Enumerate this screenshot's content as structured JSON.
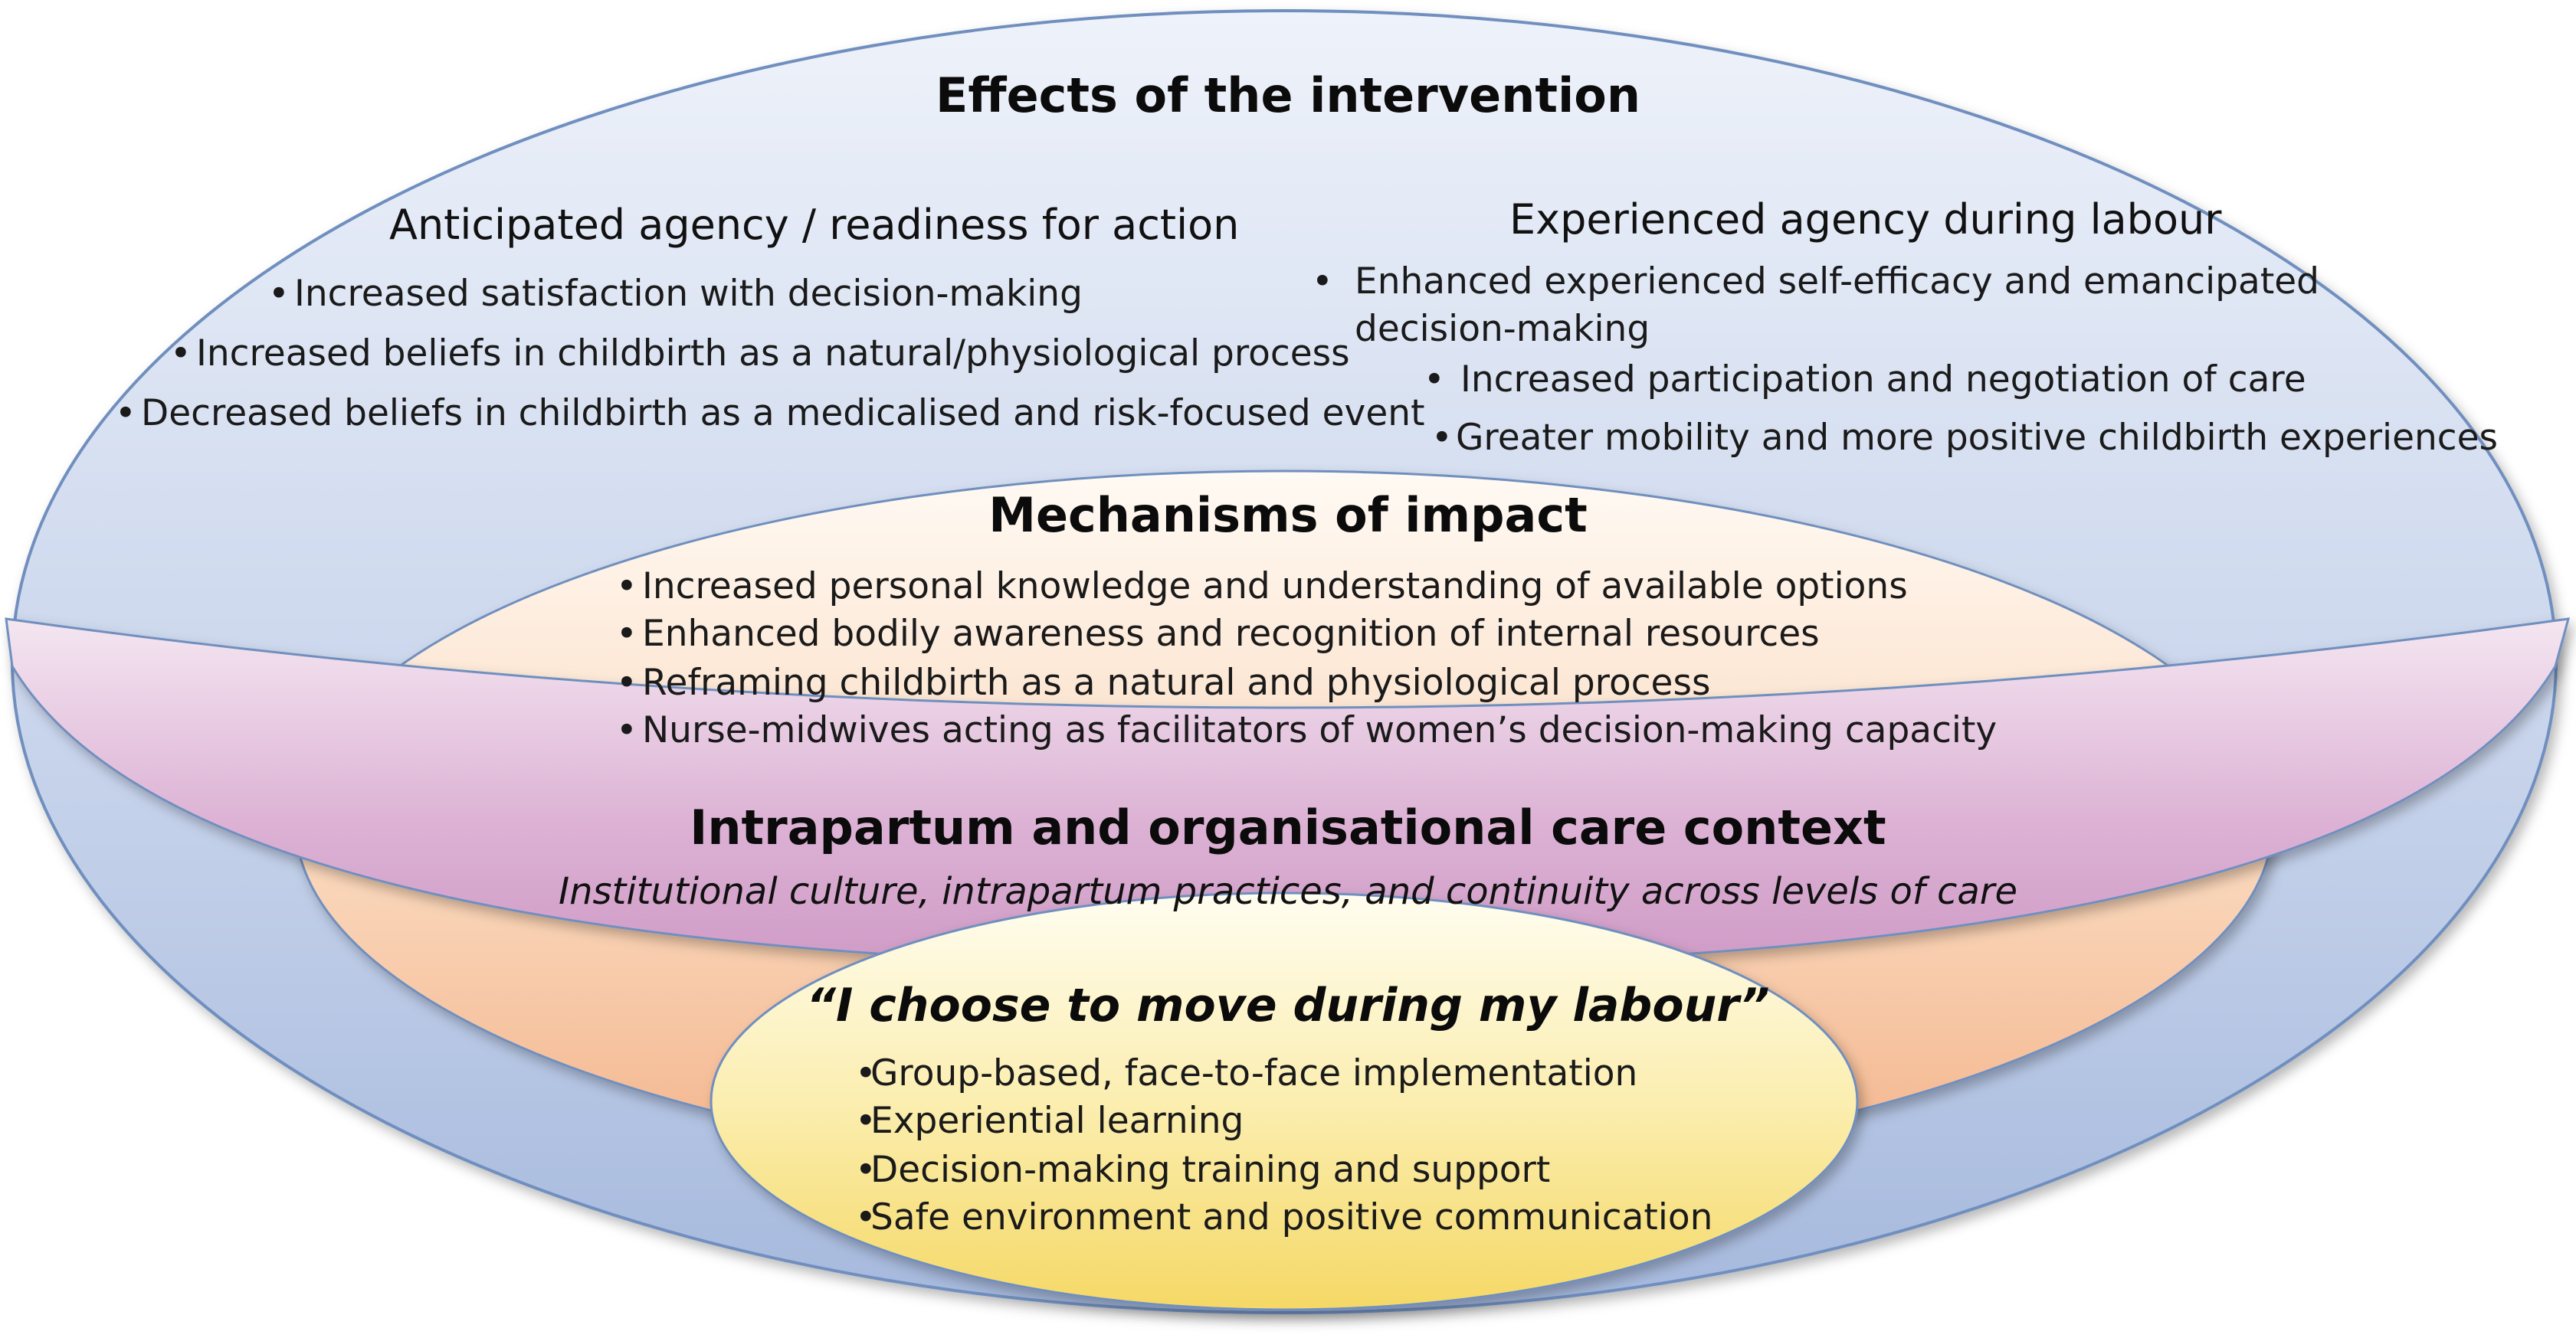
{
  "effects": {
    "title": "Effects of the intervention",
    "anticipated": {
      "heading": "Anticipated agency / readiness for action",
      "items": [
        "Increased satisfaction with decision-making",
        "Increased beliefs in childbirth as a natural/physiological process",
        "Decreased beliefs in childbirth as a medicalised and risk-focused event"
      ]
    },
    "experienced": {
      "heading": "Experienced agency during labour",
      "items": [
        "Enhanced experienced self-efficacy and emancipated",
        "decision-making",
        "Increased participation and negotiation of care",
        "Greater mobility and more positive childbirth experiences"
      ]
    }
  },
  "mechanisms": {
    "title": "Mechanisms of impact",
    "items": [
      "Increased personal knowledge and understanding of available options",
      "Enhanced bodily awareness and recognition of internal resources",
      "Reframing childbirth as a natural and physiological process",
      "Nurse-midwives acting as facilitators of women’s decision-making capacity"
    ]
  },
  "context": {
    "title": "Intrapartum and organisational care context",
    "subtitle": "Institutional culture, intrapartum practices, and continuity across levels of care"
  },
  "intervention": {
    "title": "“I choose to move during my labour”",
    "items": [
      "Group-based, face-to-face implementation",
      "Experiential learning",
      "Decision-making training and support",
      "Safe environment and positive communication"
    ]
  },
  "bullet_char": "•",
  "colors": {
    "outer_top": "#e9eef8",
    "outer_bottom": "#aebfe0",
    "mechanism_top": "#fff6ee",
    "mechanism_bottom": "#f6c29c",
    "band": "#d9a9cf",
    "inner_top": "#fdfbe2",
    "inner_bottom": "#f6dc6a",
    "outline": "#6f8fbf"
  }
}
